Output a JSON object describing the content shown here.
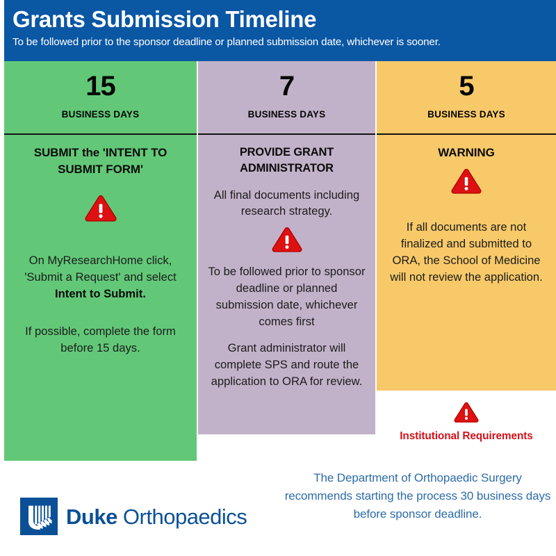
{
  "header": {
    "title": "Grants Submission Timeline",
    "subtitle": "To be followed prior to the sponsor deadline or planned submission date, whichever is sooner.",
    "background_color": "#0A57A4",
    "text_color": "#FFFFFF"
  },
  "columns": [
    {
      "id": "green",
      "color": "#62C878",
      "number": "15",
      "unit_label": "BUSINESS DAYS",
      "title": "SUBMIT the 'INTENT TO SUBMIT FORM'",
      "icon": "warning-triangle-icon",
      "paragraphs": [
        "On MyResearchHome click, 'Submit a Request' and select ",
        "Intent to Submit.",
        "If possible, complete the form before 15 days."
      ],
      "body_para_1_plain": "On MyResearchHome click, 'Submit a Request' and select ",
      "body_para_1_bold": "Intent to Submit.",
      "body_para_2": "If possible, complete the form before 15 days."
    },
    {
      "id": "purple",
      "color": "#C2B2C9",
      "number": "7",
      "unit_label": "BUSINESS DAYS",
      "title": "PROVIDE GRANT ADMINISTRATOR",
      "icon": "warning-triangle-icon",
      "body_para_1": "All final documents including research strategy.",
      "body_para_2": "To be followed prior to sponsor deadline or planned submission date, whichever comes first",
      "body_para_3": "Grant administrator will complete SPS and route the application to ORA for review."
    },
    {
      "id": "orange",
      "color": "#F7C969",
      "number": "5",
      "unit_label": "BUSINESS DAYS",
      "title": "WARNING",
      "icon": "warning-triangle-icon",
      "body_para_1": "If all documents are not finalized and submitted to ORA, the School of Medicine will not review the application."
    }
  ],
  "institutional": {
    "icon": "warning-triangle-icon",
    "label": "Institutional Requirements",
    "label_color": "#D4121B",
    "recommendation": "The Department of Orthopaedic Surgery recommends starting the process 30 business days before sponsor deadline.",
    "recommendation_color": "#2D6CA8"
  },
  "logo": {
    "mark": "duke-shield-icon",
    "word_bold": "Duke",
    "word_light": "Orthopaedics",
    "color": "#0B5096"
  }
}
